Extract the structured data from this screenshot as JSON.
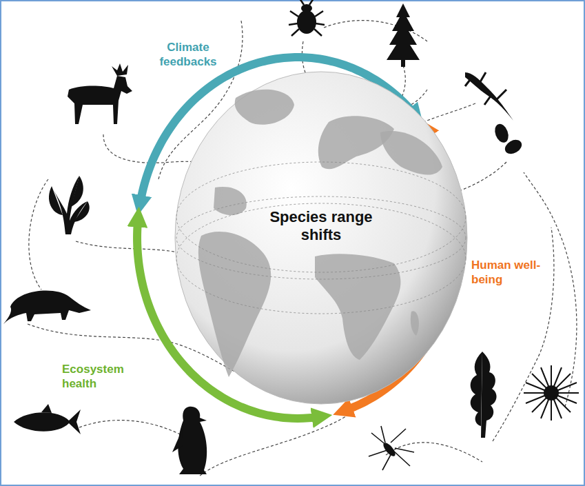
{
  "diagram": {
    "nodes": [
      {
        "text": [
          "Species range shifts"
        ]
      }
    ],
    "edges": [],
    "labels": [
      "Climate feedbacks",
      "Human well-being",
      "Ecosystem health"
    ]
  }
}
